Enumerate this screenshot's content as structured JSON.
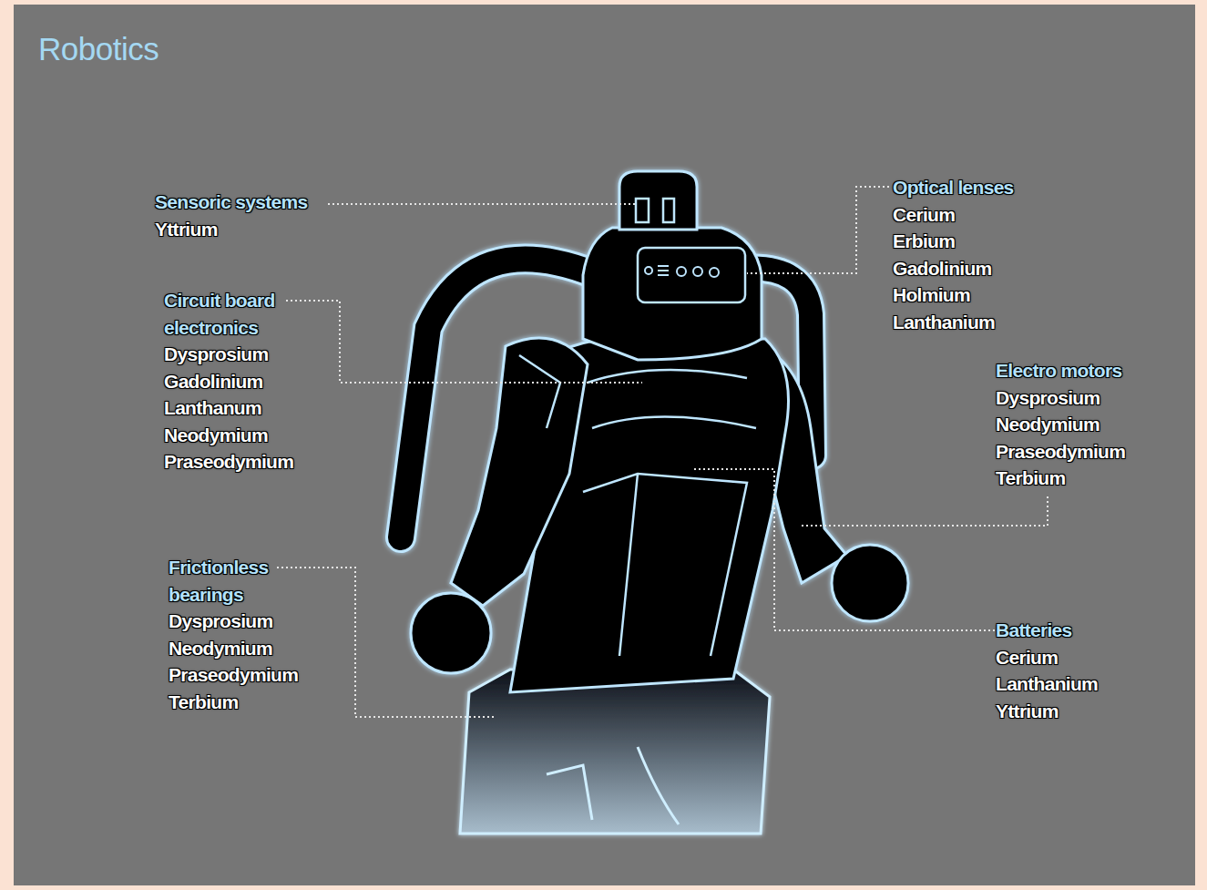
{
  "diagram": {
    "title": "Robotics",
    "labels": [
      "Sensoric systems",
      "Yttrium",
      "Circuit board electronics",
      "Dysprosium",
      "Gadolinium",
      "Lanthanum",
      "Neodymium",
      "Praseodymium",
      "Frictionless bearings",
      "Dysprosium",
      "Neodymium",
      "Praseodymium",
      "Terbium",
      "Optical lenses",
      "Cerium",
      "Erbium",
      "Gadolinium",
      "Holmium",
      "Lanthanium",
      "Electro motors",
      "Dysprosium",
      "Neodymium",
      "Praseodymium",
      "Terbium",
      "Batteries",
      "Cerium",
      "Lanthanium",
      "Yttrium"
    ]
  }
}
